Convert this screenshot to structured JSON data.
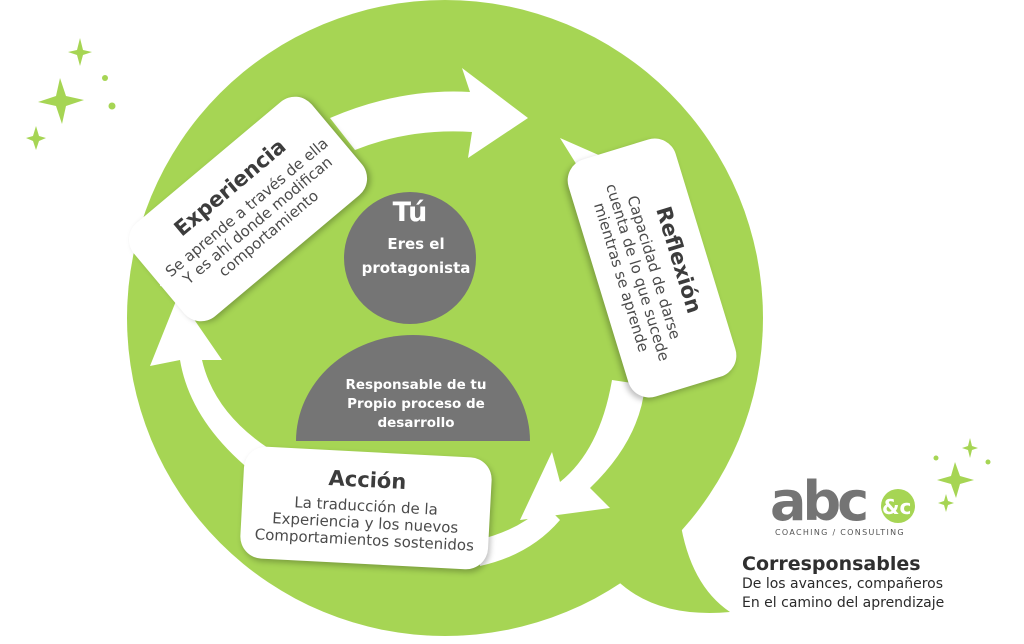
{
  "center": {
    "title": "Tú",
    "subtitle_line1": "Eres el",
    "subtitle_line2": "protagonista",
    "body_line1": "Responsable de tu",
    "body_line2": "Propio proceso de",
    "body_line3": "desarrollo"
  },
  "cards": {
    "experiencia": {
      "title": "Experiencia",
      "line1": "Se aprende a través de ella",
      "line2": "Y es ahí donde modifican",
      "line3": "comportamiento"
    },
    "reflexion": {
      "title": "Reflexión",
      "line1": "Capacidad de darse",
      "line2": "cuenta de lo que sucede",
      "line3": "mientras se aprende"
    },
    "accion": {
      "title": "Acción",
      "line1": "La traducción de la",
      "line2": "Experiencia y los nuevos",
      "line3": "Comportamientos sostenidos"
    }
  },
  "brand": {
    "logo_main": "abc",
    "logo_amp": "&c",
    "logo_sub": "COACHING / CONSULTING",
    "title": "Corresponsables",
    "line1": "De los avances, compañeros",
    "line2": "En el camino del aprendizaje"
  },
  "colors": {
    "green": "#a6d554",
    "gray": "#757575",
    "star": "#a6d554"
  }
}
